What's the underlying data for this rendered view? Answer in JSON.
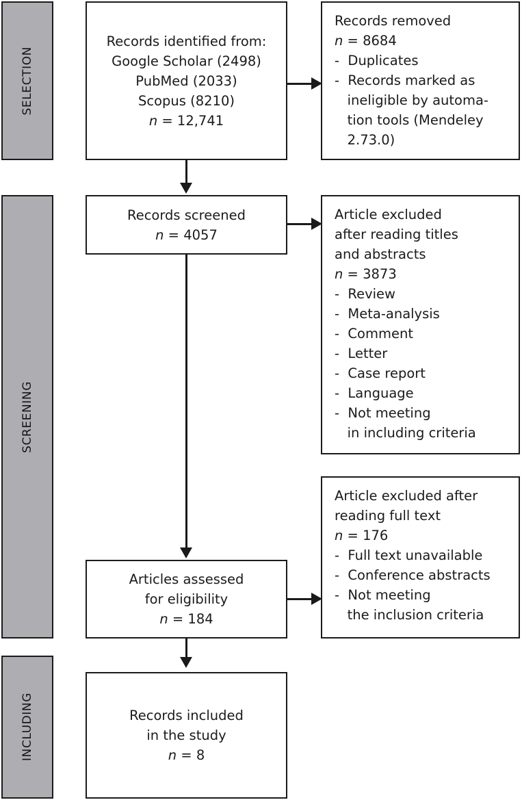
{
  "figure": {
    "type": "prisma-flow-diagram",
    "colors": {
      "stage_fill": "#aeaeb2",
      "box_fill": "#ffffff",
      "stroke": "#1a1a1a",
      "page_background": "#ffffff"
    }
  },
  "stages": [
    {
      "id": "selection",
      "label": "SELECTION"
    },
    {
      "id": "screening",
      "label": "SCREENING"
    },
    {
      "id": "including",
      "label": "INCLUDING"
    }
  ],
  "flow": {
    "identification": {
      "title": "Records identified from:",
      "source_1": "Google Scholar (2498)",
      "source_2": "PubMed (2033)",
      "source_3": "Scopus (8210)",
      "n_label": "n",
      "n_eq": " = 12,741"
    },
    "removed": {
      "title": "Records removed",
      "n_label": "n",
      "n_eq": " = 8684",
      "reason_1": "-  Duplicates",
      "reason_2": "-  Records marked as",
      "reason_2b": "   ineligible by automa-",
      "reason_2c": "   tion tools (Mendeley",
      "reason_2d": "   2.73.0)"
    },
    "screened": {
      "title": "Records screened",
      "n_label": "n",
      "n_eq": " = 4057"
    },
    "excluded_titles": {
      "title_1": "Article excluded",
      "title_2": "after reading titles",
      "title_3": "and abstracts",
      "n_label": "n",
      "n_eq": " = 3873",
      "reason_1": "-  Review",
      "reason_2": "-  Meta-analysis",
      "reason_3": "-  Comment",
      "reason_4": "-  Letter",
      "reason_5": "-  Case report",
      "reason_6": "-  Language",
      "reason_7": "-  Not meeting",
      "reason_7b": "   in including criteria"
    },
    "assessed": {
      "title_1": "Articles assessed",
      "title_2": "for eligibility",
      "n_label": "n",
      "n_eq": " = 184"
    },
    "excluded_fulltext": {
      "title_1": "Article excluded after",
      "title_2": "reading full text",
      "n_label": "n",
      "n_eq": " = 176",
      "reason_1": "-  Full text unavailable",
      "reason_2": "-  Conference abstracts",
      "reason_3": "-  Not meeting",
      "reason_3b": "   the inclusion criteria"
    },
    "included": {
      "title_1": "Records included",
      "title_2": "in the study",
      "n_label": "n",
      "n_eq": " = 8"
    }
  }
}
